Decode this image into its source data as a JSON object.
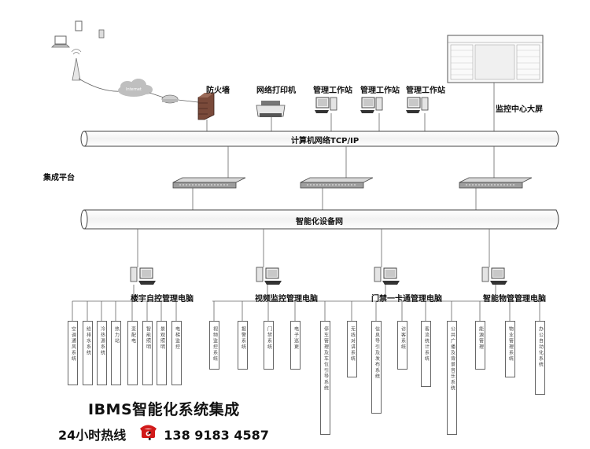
{
  "top_devices": {
    "firewall": "防火墙",
    "printer": "网络打印机",
    "workstations": [
      "管理工作站",
      "管理工作站",
      "管理工作站"
    ],
    "big_screen": "监控中心大屏",
    "cloud_label": "Internet"
  },
  "buses": {
    "computer_network": "计算机网络TCP/IP",
    "platform": "集成平台",
    "device_network": "智能化设备网"
  },
  "computers": [
    "楼宇自控管理电脑",
    "视频监控管理电脑",
    "门禁一卡通管理电脑",
    "智能物管管理电脑"
  ],
  "subsystems": [
    "空调通风系统",
    "给排水系统",
    "冷热源系统",
    "热力站",
    "变配电",
    "智能照明",
    "景观照明",
    "电梯监控",
    "视频监控系统",
    "报警系统",
    "门禁系统",
    "电子巡更",
    "停车管理及车位引导系统",
    "无线对讲系统",
    "信息导引及发布系统",
    "访客系统",
    "客流统计系统",
    "公共广播及背景音乐系统",
    "能源管理",
    "物业管理系统",
    "办公自动化系统"
  ],
  "footer": {
    "title": "IBMS智能化系统集成",
    "hotline_label": "24小时热线",
    "phone": "138 9183 4587"
  },
  "colors": {
    "bus_line": "#444444",
    "box_border": "#666666",
    "phone_icon": "#d11a1a"
  }
}
